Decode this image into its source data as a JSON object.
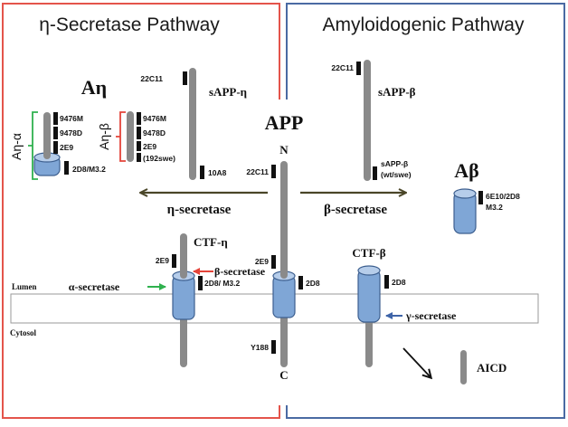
{
  "colors": {
    "eta_panel_border": "#e4544b",
    "amyloid_panel_border": "#4a6aa3",
    "alpha_bracket": "#2fb14e",
    "beta_bracket": "#e4443a",
    "alpha_arrow": "#2fb14e",
    "beta_arrow": "#e4443a",
    "gamma_arrow": "#3e64a8",
    "pathway_arrow": "#4a4628",
    "stick": "#8a8a8a",
    "cylinder": "#7fa6d6"
  },
  "panels": {
    "left_title": "η-Secretase Pathway",
    "right_title": "Amyloidogenic Pathway"
  },
  "app": {
    "label": "APP",
    "n_terminus": "N",
    "c_terminus": "C",
    "epitopes": {
      "top": "22C11",
      "mid": "2E9",
      "tm": "2D8",
      "bottom": "Y188"
    }
  },
  "sapp_eta": {
    "label": "sAPP-η",
    "epitopes": {
      "top": "22C11",
      "bottom": "10A8"
    }
  },
  "sapp_beta": {
    "label": "sAPP-β",
    "epitopes": {
      "top": "22C11",
      "bottom_line1": "sAPP-β",
      "bottom_line2": "(wt/swe)"
    }
  },
  "a_eta": {
    "label": "Aη",
    "alpha": {
      "label": "Aη-α",
      "epitopes": [
        "9476M",
        "9478D",
        "2E9"
      ],
      "tm_epitope": "2D8/M3.2"
    },
    "beta": {
      "label": "Aη-β",
      "epitopes": [
        "9476M",
        "9478D",
        "2E9",
        "(192swe)"
      ]
    }
  },
  "a_beta": {
    "label": "Aβ",
    "epitope_line1": "6E10/2D8",
    "epitope_line2": "M3.2"
  },
  "ctf_eta": {
    "label": "CTF-η",
    "epitopes": {
      "top": "2E9",
      "tm": "2D8/ M3.2"
    }
  },
  "ctf_beta": {
    "label": "CTF-β",
    "epitopes": {
      "tm": "2D8"
    }
  },
  "enzymes": {
    "eta_secretase": "η-secretase",
    "beta_secretase_main": "β-secretase",
    "alpha_secretase": "α-secretase",
    "beta_secretase_ctf": "β-secretase",
    "gamma_secretase": "γ-secretase"
  },
  "membrane": {
    "lumen": "Lumen",
    "cytosol": "Cytosol"
  },
  "aicd": {
    "label": "AICD"
  }
}
